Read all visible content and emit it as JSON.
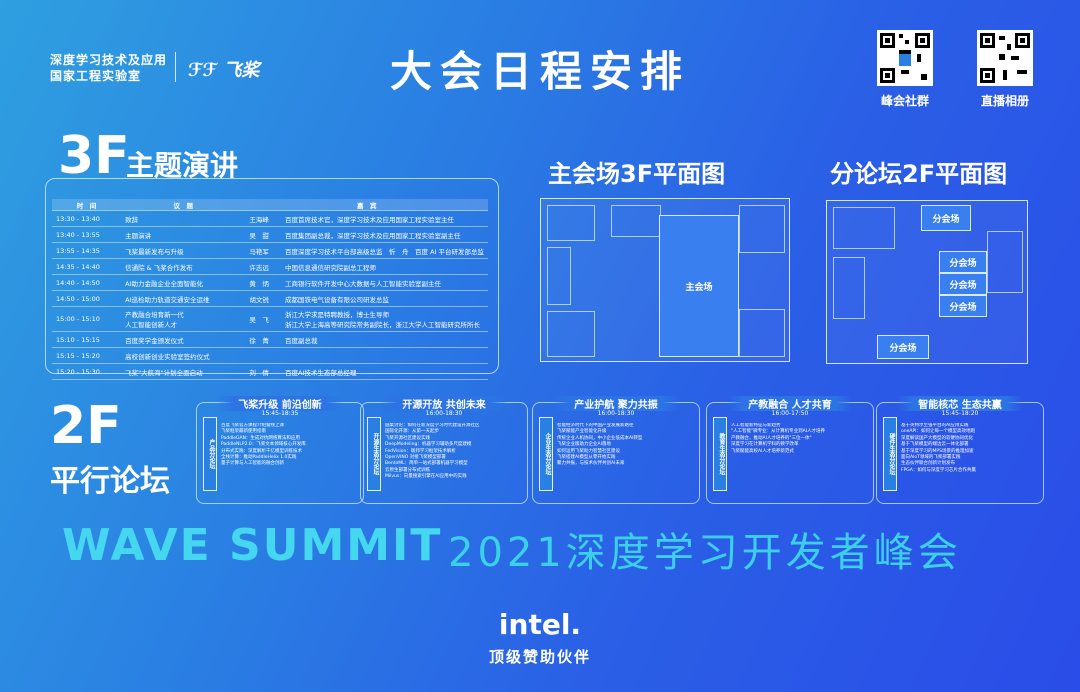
{
  "header": {
    "lab_line1": "深度学习技术及应用",
    "lab_line2": "国家工程实验室",
    "brand": "飞桨",
    "title": "大会日程安排",
    "qr": [
      {
        "label": "峰会社群"
      },
      {
        "label": "直播相册"
      }
    ]
  },
  "section3f": {
    "floor": "3F",
    "title": "主题演讲",
    "columns": [
      "时　间",
      "议　题",
      "嘉　宾"
    ],
    "rows": [
      {
        "time": "13:30 - 13:40",
        "topic": "致辞",
        "speaker": "王海峰",
        "desc": "百度首席技术官，深度学习技术及应用国家工程实验室主任"
      },
      {
        "time": "13:40 - 13:55",
        "topic": "主题演讲",
        "speaker": "吴　甜",
        "desc": "百度集团副总裁，深度学习技术及应用国家工程实验室副主任"
      },
      {
        "time": "13:55 - 14:35",
        "topic": "飞桨最新发布与升级",
        "speaker": "马艳军",
        "desc": "百度深度学习技术平台部高级总监　忻　舟　百度 AI 平台研发部总监"
      },
      {
        "time": "14:35 - 14:40",
        "topic": "信通院 & 飞桨合作发布",
        "speaker": "许志远",
        "desc": "中国信息通信研究院副总工程师"
      },
      {
        "time": "14:40 - 14:50",
        "topic": "AI助力金融企业全面智能化",
        "speaker": "黄　炳",
        "desc": "工商银行软件开发中心大数据与人工智能实验室副主任"
      },
      {
        "time": "14:50 - 15:00",
        "topic": "AI巡检助力轨道交通安全运维",
        "speaker": "胡文锐",
        "desc": "成都国铁电气设备有限公司研发总监"
      },
      {
        "time": "15:00 - 15:10",
        "topic": "产教融合培育新一代\n人工智能创新人才",
        "speaker": "吴　飞",
        "desc": "浙江大学求是特聘教授，博士生导师\n浙江大学上海高等研究院常务副院长，浙江大学人工智能研究所所长"
      },
      {
        "time": "15:10 - 15:15",
        "topic": "百度奖学金颁发仪式",
        "speaker": "徐　菁",
        "desc": "百度副总裁"
      },
      {
        "time": "15:15 - 15:20",
        "topic": "高校创新创业实验室签约仪式",
        "speaker": "",
        "desc": ""
      },
      {
        "time": "15:20 - 15:30",
        "topic": "飞桨\"大航海\"计划全面启动",
        "speaker": "刘　倩",
        "desc": "百度AI技术生态部总经理"
      }
    ]
  },
  "maps": {
    "main_title": "主会场3F平面图",
    "main_room": "主会场",
    "sub_title": "分论坛2F平面图",
    "sub_room": "分会场"
  },
  "section2f": {
    "floor": "2F",
    "title": "平行论坛",
    "forums": [
      {
        "title": "飞桨升级 前沿创新",
        "time": "15:45-18:35",
        "tag": "产品分论坛",
        "lines": [
          "百度飞桨官方课程介绍暨线上课",
          "飞桨框架最新使用指南",
          "PaddleGAN：生成对抗网络算法和应用",
          "PaddleNLP2.0：飞桨文本领域核心开发库",
          "分布式实践：深度解析千亿模型训练技术",
          "全栈计算：推动PaddleHelix 1.0实践",
          "量子计算与人工智能的融合创新"
        ]
      },
      {
        "title": "开源开放 共创未来",
        "time": "16:00-18:30",
        "tag": "开源生态分论坛",
        "lines": [
          "圆桌讨论：如何在新深度学习时代建设开源社区",
          "国际化开源：从第一天起步",
          "飞桨开源社区建设实践",
          "DeepModeling：机器学习辅助多尺度建模",
          "FedVision：联邦学习框架技术解析",
          "OpenVINO 对接飞桨模型部署",
          "BentoML：简单一站式部署机器学习模型",
          "云原生部署分布式训练",
          "Milvus：向量搜索引擎在AI应用中的实践"
        ]
      },
      {
        "title": "产业护航 聚力共振",
        "time": "16:00-18:30",
        "tag": "企业生态分论坛",
        "lines": [
          "智能经济时代下的中国产业发展新路径",
          "飞桨赋能产业智能化升级",
          "传统企业人机协同，中小企业低成本AI转型",
          "飞桨企业版助力企业AI落地",
          "如何运用飞桨助力智慧社区建设",
          "飞桨搭建AI模型从零开始实践",
          "聚力共振，与技术伙伴共创AI未来"
        ]
      },
      {
        "title": "产教融合 人才共育",
        "time": "16:00-17:50",
        "tag": "教育生态分论坛",
        "lines": [
          "人工智能新特征与新趋势",
          "\"人工智能\"微专业：从计算机专业到AI人才培养",
          "产教融合，推动AI人才培养的\"三位一体\"",
          "深度学习在计算机学科的教学改革",
          "飞桨赋能高校AI人才培养新范式"
        ]
      },
      {
        "title": "智能核芯 生态共赢",
        "time": "15:45-18:20",
        "tag": "硬件生态分论坛",
        "lines": [
          "基于英特尔至强平台的AI应用实践",
          "oneAPI：如何让每一个模型高效地跑",
          "深度解读国产大模型的软硬协同优化",
          "基于飞桨模型的端边云一体化部署",
          "基于深度学习的MPS场景的推理加速",
          "面向AIoT领域的飞桨部署实践",
          "生态伙伴联合创新计划发布",
          "FPGA：如何与深度学习芯片合作共赢"
        ]
      }
    ]
  },
  "footer": {
    "summit": "WAVE SUMMIT",
    "summit_sub": "2021深度学习开发者峰会",
    "sponsor_logo": "intel.",
    "sponsor_label": "顶级赞助伙伴"
  }
}
